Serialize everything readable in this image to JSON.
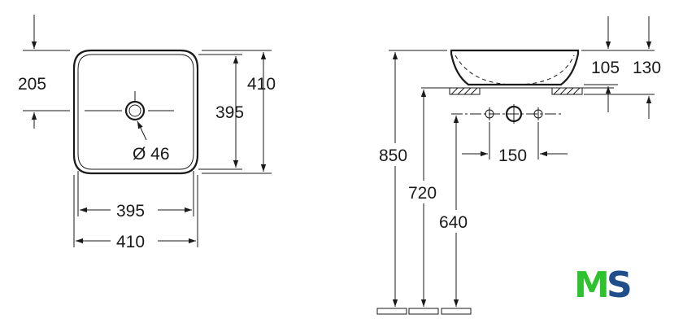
{
  "dimensions": {
    "d205": "205",
    "d410_right": "410",
    "d395_right": "395",
    "diameter": "Ø 46",
    "d395_bottom": "395",
    "d410_bottom": "410",
    "d105": "105",
    "d130": "130",
    "d150": "150",
    "d850": "850",
    "d720": "720",
    "d640": "640"
  },
  "logo": {
    "letter_m": "M",
    "letter_s": "S",
    "color_m": "#2fc22f",
    "color_s": "#1f4f8a"
  }
}
